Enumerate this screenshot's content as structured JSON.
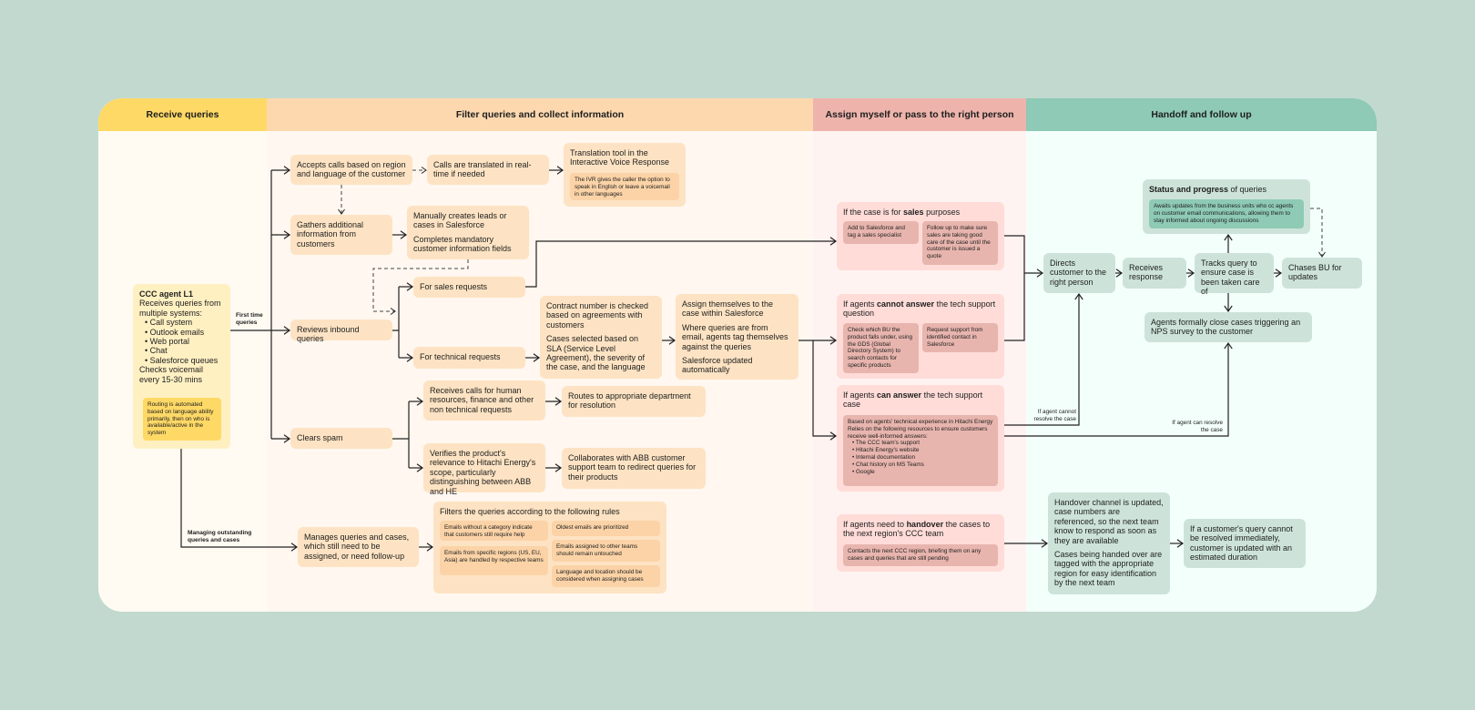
{
  "headers": {
    "receive": "Receive queries",
    "filter": "Filter queries and collect information",
    "assign": "Assign myself or pass to the right person",
    "handoff": "Handoff and follow up"
  },
  "colors": {
    "background": "#c2d9cf",
    "receive": "#ffd966",
    "filter": "#fdd8ae",
    "assign": "#eeb4ac",
    "handoff": "#8ecab6"
  },
  "agent": {
    "title": "CCC agent L1",
    "intro": "Receives queries from multiple systems:",
    "systems": [
      "Call system",
      "Outlook emails",
      "Web portal",
      "Chat",
      "Salesforce queues"
    ],
    "voicemail": "Checks voicemail every 15-30 mins",
    "note": "Routing is automated based on language ability primarily, then on who is available/active in the system"
  },
  "labels": {
    "first_time": "First time queries",
    "managing": "Managing outstanding queries and cases",
    "cannot_resolve": "If agent cannot resolve the case",
    "can_resolve": "If agent can resolve the case"
  },
  "filter": {
    "accepts": "Accepts calls based on region and language of the customer",
    "translated": "Calls are translated in real-time if needed",
    "tool": {
      "title": "Translation tool in the Interactive Voice Response",
      "note": "The IVR gives the caller the option to speak in English or leave a voicemail in other languages"
    },
    "gathers": "Gathers additional information from customers",
    "manual": [
      "Manually creates leads or cases in Salesforce",
      "Completes mandatory customer information fields"
    ],
    "sales_req": "For sales requests",
    "reviews": "Reviews inbound queries",
    "tech_req": "For technical requests",
    "contract": [
      "Contract number is checked based on agreements with customers",
      "Cases selected based on SLA (Service Level Agreement), the severity of the case, and the language"
    ],
    "assign_self": [
      "Assign themselves to the case within Salesforce",
      "Where queries are from email, agents tag themselves against the queries",
      "Salesforce updated automatically"
    ],
    "hr": "Receives calls for human resources, finance and other non technical requests",
    "routes": "Routes to appropriate department for resolution",
    "spam": "Clears spam",
    "verifies": "Verifies the product's relevance to Hitachi Energy's scope, particularly distinguishing between ABB and HE",
    "collab": "Collaborates with ABB customer support team to redirect queries for their products",
    "manages": "Manages queries and cases, which still need to be assigned, or need follow-up",
    "rules": {
      "title": "Filters the queries according to the following rules",
      "items": [
        "Emails without a category indicate that customers still require help",
        "Emails from specific regions (US, EU, Asia) are handled by respective teams",
        "Oldest emails are prioritized",
        "Emails assigned to other teams should remain untouched",
        "Language and location should be considered when assigning cases"
      ]
    }
  },
  "assign": {
    "sales": {
      "pre": "If the case is for ",
      "bold": "sales",
      "post": " purposes",
      "items": [
        "Add to Salesforce and tag a sales specialist",
        "Follow up to make sure sales are taking good care of the case until the customer is issued a quote"
      ]
    },
    "cannot": {
      "pre": "If agents ",
      "bold": "cannot answer",
      "post": " the tech support question",
      "items": [
        "Check which BU the product falls under, using the GDS (Global Directory System) to search contacts for specific products",
        "Request support from identified contact in Salesforce"
      ]
    },
    "can": {
      "pre": "If agents ",
      "bold": "can answer",
      "post": " the tech support case",
      "line1": "Based on agents' technical experience in Hitachi Energy",
      "line2": "Relies on the following resources to ensure customers receive well-informed answers:",
      "resources": [
        "The CCC team's support",
        "Hitachi Energy's website",
        "Internal documentation",
        "Chat history on MS Teams",
        "Google"
      ]
    },
    "handover": {
      "pre": "If agents need to ",
      "bold": "handover",
      "post": " the cases to the next region's CCC team",
      "note": "Contacts the next CCC region, briefing them on any cases and queries that are still pending"
    }
  },
  "handoff": {
    "status": {
      "bold": "Status and progress",
      "post": " of queries",
      "note": "Awaits updates from the business units who cc agents on customer email communications, allowing them to stay informed about ongoing discussions"
    },
    "directs": "Directs customer to the right person",
    "receives": "Receives response",
    "tracks": "Tracks query to ensure case is been taken care of",
    "chases": "Chases BU for updates",
    "close": "Agents formally close cases triggering an NPS survey to the customer",
    "channel": [
      "Handover channel is updated, case numbers are referenced, so the next team know to respond as soon as they are available",
      "Cases being handed over are tagged with the appropriate region for easy identification by the next team"
    ],
    "customer": "If a customer's query cannot be resolved immediately, customer is updated with an estimated duration"
  }
}
